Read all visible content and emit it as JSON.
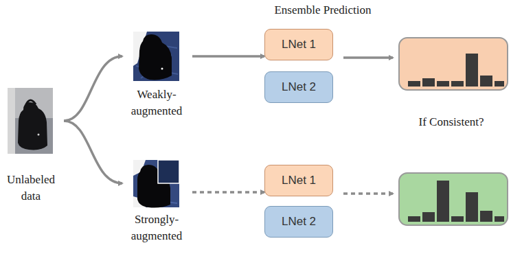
{
  "diagram": {
    "nodes": [
      {
        "text": [
          "Unlabeled data"
        ]
      },
      {
        "text": [
          "Weakly- augmented"
        ]
      },
      {
        "text": [
          "Strongly- augmented"
        ]
      },
      {
        "text": [
          "LNet 1"
        ]
      },
      {
        "text": [
          "LNet 2"
        ]
      },
      {
        "text": [
          "LNet 1"
        ]
      },
      {
        "text": [
          "LNet 2"
        ]
      }
    ],
    "edges": [
      {
        "from": 0,
        "to": 1,
        "arrow": "to"
      },
      {
        "from": 0,
        "to": 2,
        "arrow": "to"
      },
      {
        "from": 1,
        "to": 3,
        "arrow": "to"
      },
      {
        "from": 2,
        "to": 5,
        "arrow": "to"
      }
    ],
    "labels": [
      "Ensemble Prediction",
      "If Consistent?"
    ]
  }
}
